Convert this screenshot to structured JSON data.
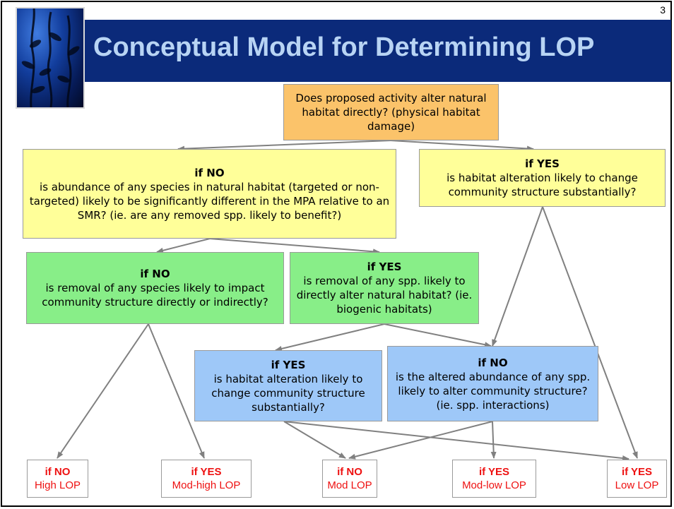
{
  "slide": {
    "page_number": "3",
    "title": "Conceptual Model for Determining LOP"
  },
  "nodes": {
    "root": {
      "text": "Does proposed activity alter natural habitat directly? (physical habitat damage)"
    },
    "no_1": {
      "head": "if NO",
      "text": "is abundance of any species in natural habitat (targeted or non-targeted) likely to  be significantly different in the MPA relative to an SMR? (ie. are any removed spp. likely to benefit?)"
    },
    "yes_1": {
      "head": "if YES",
      "text": "is habitat alteration likely to change community structure substantially?"
    },
    "no_2": {
      "head": "if NO",
      "text": "is removal of any species likely to impact community structure directly or indirectly?"
    },
    "yes_2": {
      "head": "if YES",
      "text": "is removal of any spp. likely to directly alter natural habitat? (ie. biogenic habitats)"
    },
    "yes_3": {
      "head": "if YES",
      "text": "is habitat alteration likely to change community structure substantially?"
    },
    "no_3": {
      "head": "if NO",
      "text": "is the altered abundance of any spp. likely to alter community structure? (ie. spp. interactions)"
    }
  },
  "results": [
    {
      "head": "if NO",
      "text": "High LOP"
    },
    {
      "head": "if YES",
      "text": "Mod-high LOP"
    },
    {
      "head": "if NO",
      "text": "Mod LOP"
    },
    {
      "head": "if YES",
      "text": "Mod-low LOP"
    },
    {
      "head": "if YES",
      "text": "Low LOP"
    }
  ],
  "colors": {
    "decision_root": "#fbc36a",
    "level_1": "#ffff99",
    "level_2": "#88ee88",
    "level_3": "#9ec8f8",
    "result_text": "#ee1111",
    "title_band": "#0b2a7a",
    "title_text": "#b8d4f4",
    "arrow": "#808080"
  }
}
